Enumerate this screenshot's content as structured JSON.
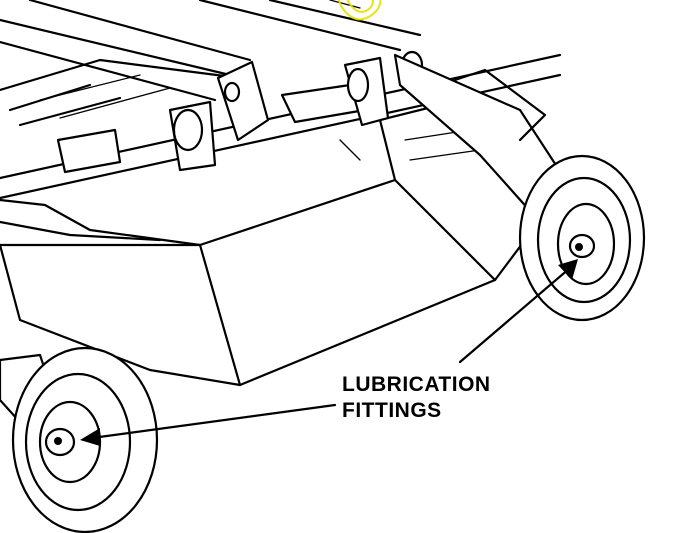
{
  "callout": {
    "line1": "LUBRICATION",
    "line2": "FITTINGS"
  },
  "watermark": {
    "text": "Ca"
  },
  "colors": {
    "ink": "#000000",
    "background": "#ffffff",
    "watermark": "#e6e000"
  }
}
